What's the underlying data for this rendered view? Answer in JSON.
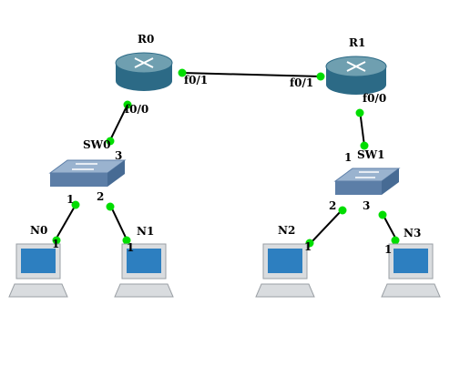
{
  "colors": {
    "link": "#000000",
    "link_light": "#00dd00",
    "router_top": "#6f9fb0",
    "router_body": "#2c6a86",
    "switch_top": "#9ab3cf",
    "switch_body": "#5c7ea7",
    "monitor_frame": "#d9dcdf",
    "monitor_screen": "#2d7fc0"
  },
  "devices": {
    "routers": [
      {
        "id": "r0",
        "name": "R0"
      },
      {
        "id": "r1",
        "name": "R1"
      }
    ],
    "switches": [
      {
        "id": "sw0",
        "name": "SW0"
      },
      {
        "id": "sw1",
        "name": "SW1"
      }
    ],
    "hosts": [
      {
        "id": "n0",
        "name": "N0"
      },
      {
        "id": "n1",
        "name": "N1"
      },
      {
        "id": "n2",
        "name": "N2"
      },
      {
        "id": "n3",
        "name": "N3"
      }
    ]
  },
  "links": [
    {
      "id": "r0-r1",
      "a_label": "f0/1",
      "b_label": "f0/1"
    },
    {
      "id": "r0-sw0",
      "a_label": "f0/0",
      "b_label": "3"
    },
    {
      "id": "r1-sw1",
      "a_label": "f0/0",
      "b_label": "1"
    },
    {
      "id": "sw0-n0",
      "a_label": "1",
      "b_label": "1"
    },
    {
      "id": "sw0-n1",
      "a_label": "2",
      "b_label": "1"
    },
    {
      "id": "sw1-n2",
      "a_label": "2",
      "b_label": "1"
    },
    {
      "id": "sw1-n3",
      "a_label": "3",
      "b_label": "1"
    }
  ]
}
